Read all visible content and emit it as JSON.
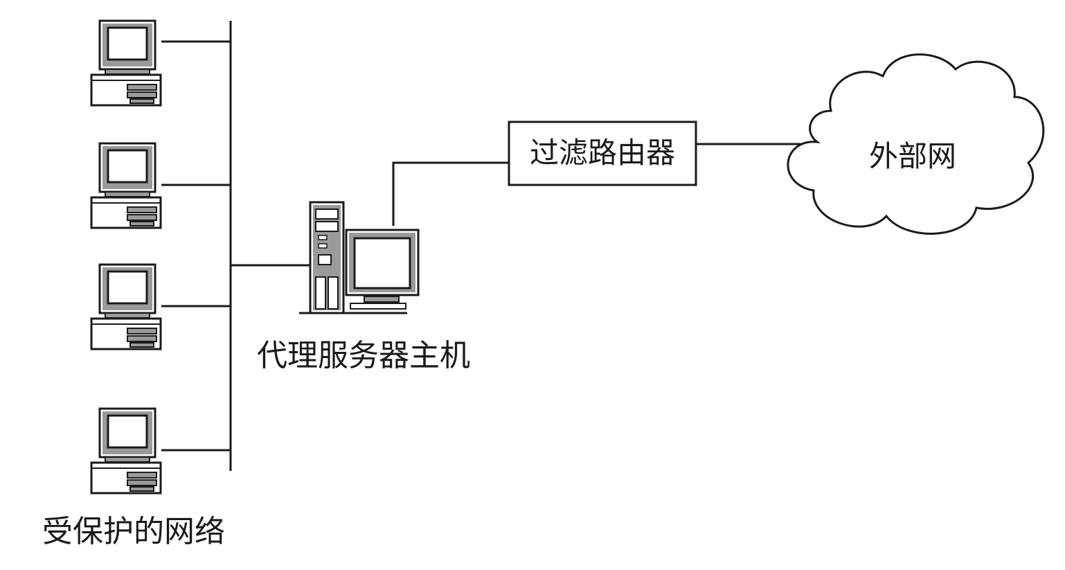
{
  "labels": {
    "protected_network": "受保护的网络",
    "proxy_server_host": "代理服务器主机",
    "filter_router": "过滤路由器",
    "external_network": "外部网"
  },
  "client_computers": [
    {
      "id": "pc-1"
    },
    {
      "id": "pc-2"
    },
    {
      "id": "pc-3"
    },
    {
      "id": "pc-4"
    }
  ],
  "colors": {
    "line": "#1a1a1a",
    "fill_gray": "#9a9a9a",
    "background": "#ffffff"
  }
}
